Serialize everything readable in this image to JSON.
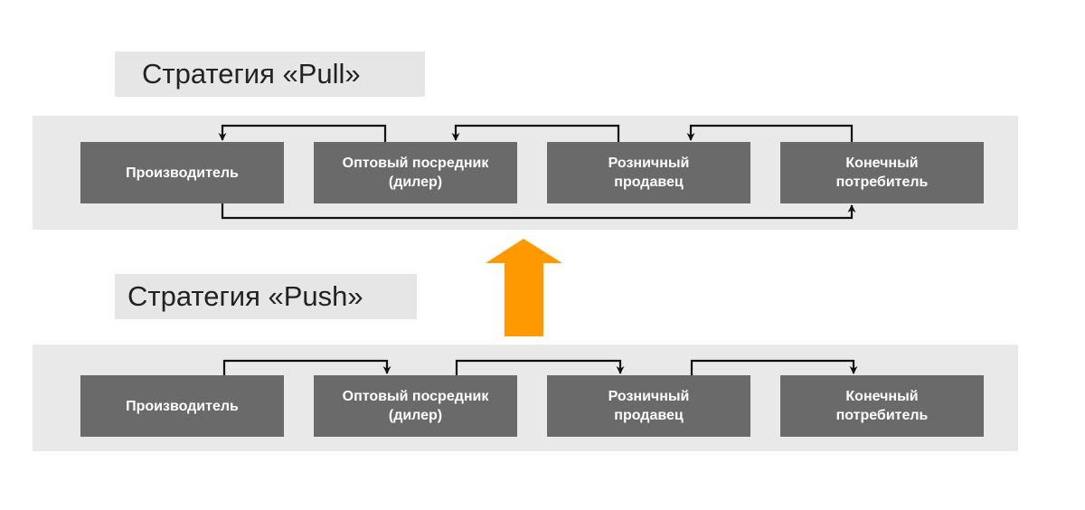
{
  "pull": {
    "title": "Стратегия «Pull»",
    "nodes": [
      "Производитель",
      "Оптовый посредник\n(дилер)",
      "Розничный\nпродавец",
      "Конечный\nпотребитель"
    ]
  },
  "push": {
    "title": "Стратегия «Push»",
    "nodes": [
      "Производитель",
      "Оптовый посредник\n(дилер)",
      "Розничный\nпродавец",
      "Конечный\nпотребитель"
    ]
  },
  "colors": {
    "node_fill": "#6a6a6a",
    "band_fill": "#e9e9e9",
    "title_fill": "#e6e6e6",
    "transition_arrow": "#ff9900",
    "connector": "#111111"
  }
}
